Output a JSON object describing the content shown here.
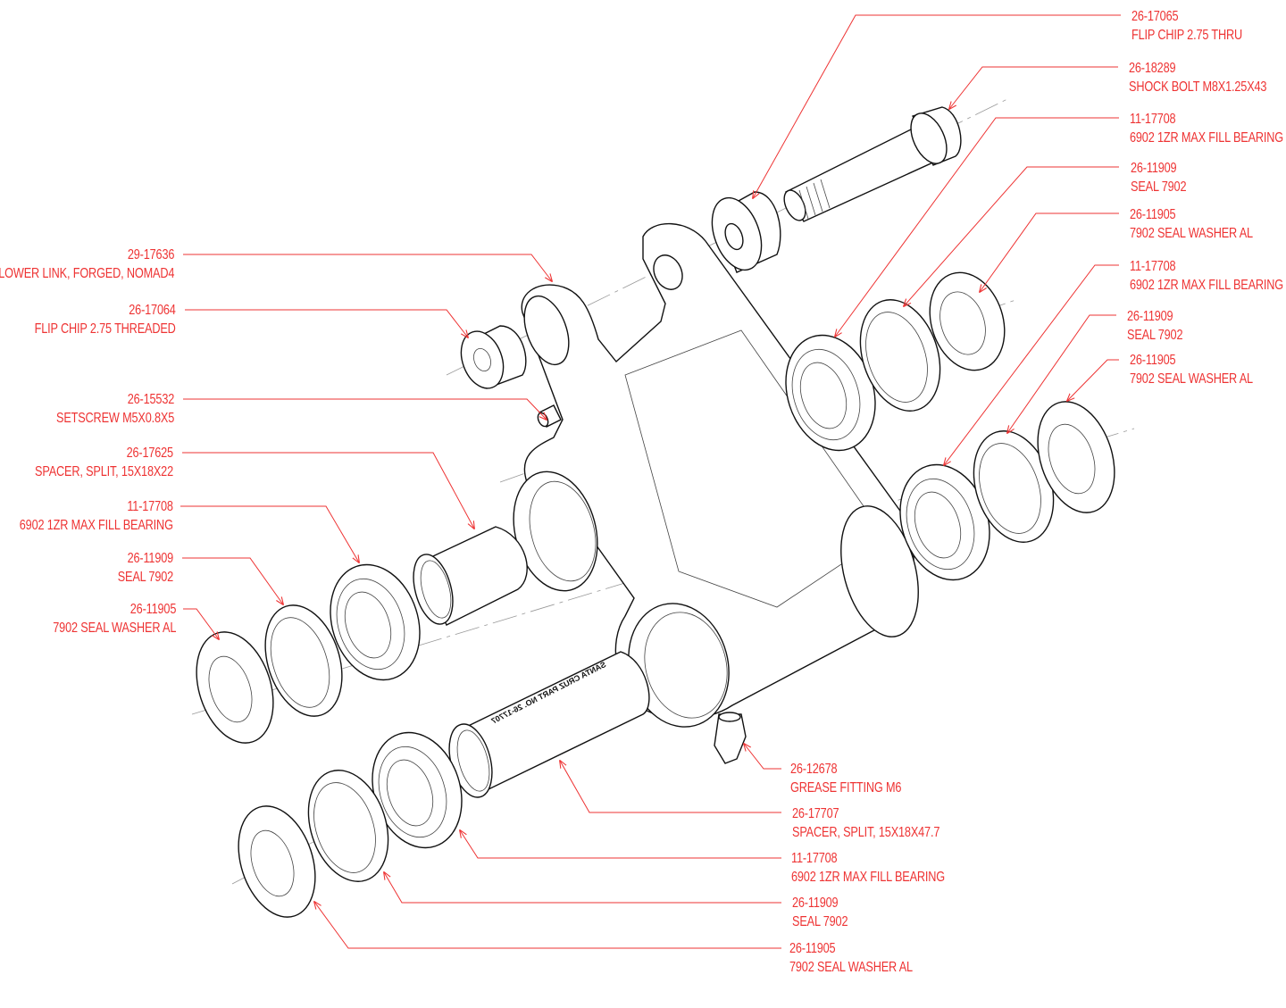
{
  "title": "Lower Link Exploded Parts Diagram",
  "colors": {
    "callout": "#ee3333",
    "line": "#111111"
  },
  "callouts": [
    {
      "id": "flip-chip-thru",
      "part_no": "26-17065",
      "desc": "FLIP CHIP 2.75 THRU"
    },
    {
      "id": "shock-bolt",
      "part_no": "26-18289",
      "desc": "SHOCK BOLT M8X1.25X43"
    },
    {
      "id": "bearing-upper-right",
      "part_no": "11-17708",
      "desc": "6902 1ZR MAX FILL BEARING"
    },
    {
      "id": "seal-upper-right",
      "part_no": "26-11909",
      "desc": "SEAL 7902"
    },
    {
      "id": "washer-upper-right",
      "part_no": "26-11905",
      "desc": "7902 SEAL WASHER AL"
    },
    {
      "id": "bearing-lower-right",
      "part_no": "11-17708",
      "desc": "6902 1ZR MAX FILL BEARING"
    },
    {
      "id": "seal-lower-right",
      "part_no": "26-11909",
      "desc": "SEAL 7902"
    },
    {
      "id": "washer-lower-right",
      "part_no": "26-11905",
      "desc": "7902 SEAL WASHER AL"
    },
    {
      "id": "lower-link",
      "part_no": "29-17636",
      "desc": "LOWER LINK, FORGED, NOMAD4"
    },
    {
      "id": "flip-chip-threaded",
      "part_no": "26-17064",
      "desc": "FLIP CHIP 2.75 THREADED"
    },
    {
      "id": "setscrew",
      "part_no": "26-15532",
      "desc": "SETSCREW M5X0.8X5"
    },
    {
      "id": "spacer-short",
      "part_no": "26-17625",
      "desc": "SPACER, SPLIT, 15X18X22"
    },
    {
      "id": "bearing-left",
      "part_no": "11-17708",
      "desc": "6902 1ZR MAX FILL BEARING"
    },
    {
      "id": "seal-left",
      "part_no": "26-11909",
      "desc": "SEAL 7902"
    },
    {
      "id": "washer-left",
      "part_no": "26-11905",
      "desc": "7902 SEAL WASHER AL"
    },
    {
      "id": "grease-fitting",
      "part_no": "26-12678",
      "desc": "GREASE FITTING M6"
    },
    {
      "id": "spacer-long",
      "part_no": "26-17707",
      "desc": "SPACER, SPLIT, 15X18X47.7"
    },
    {
      "id": "bearing-bottom",
      "part_no": "11-17708",
      "desc": "6902 1ZR MAX FILL BEARING"
    },
    {
      "id": "seal-bottom",
      "part_no": "26-11909",
      "desc": "SEAL 7902"
    },
    {
      "id": "washer-bottom",
      "part_no": "26-11905",
      "desc": "7902 SEAL WASHER AL"
    }
  ],
  "spacer_marking": "SANTA CRUZ PART NO. 26-17707"
}
